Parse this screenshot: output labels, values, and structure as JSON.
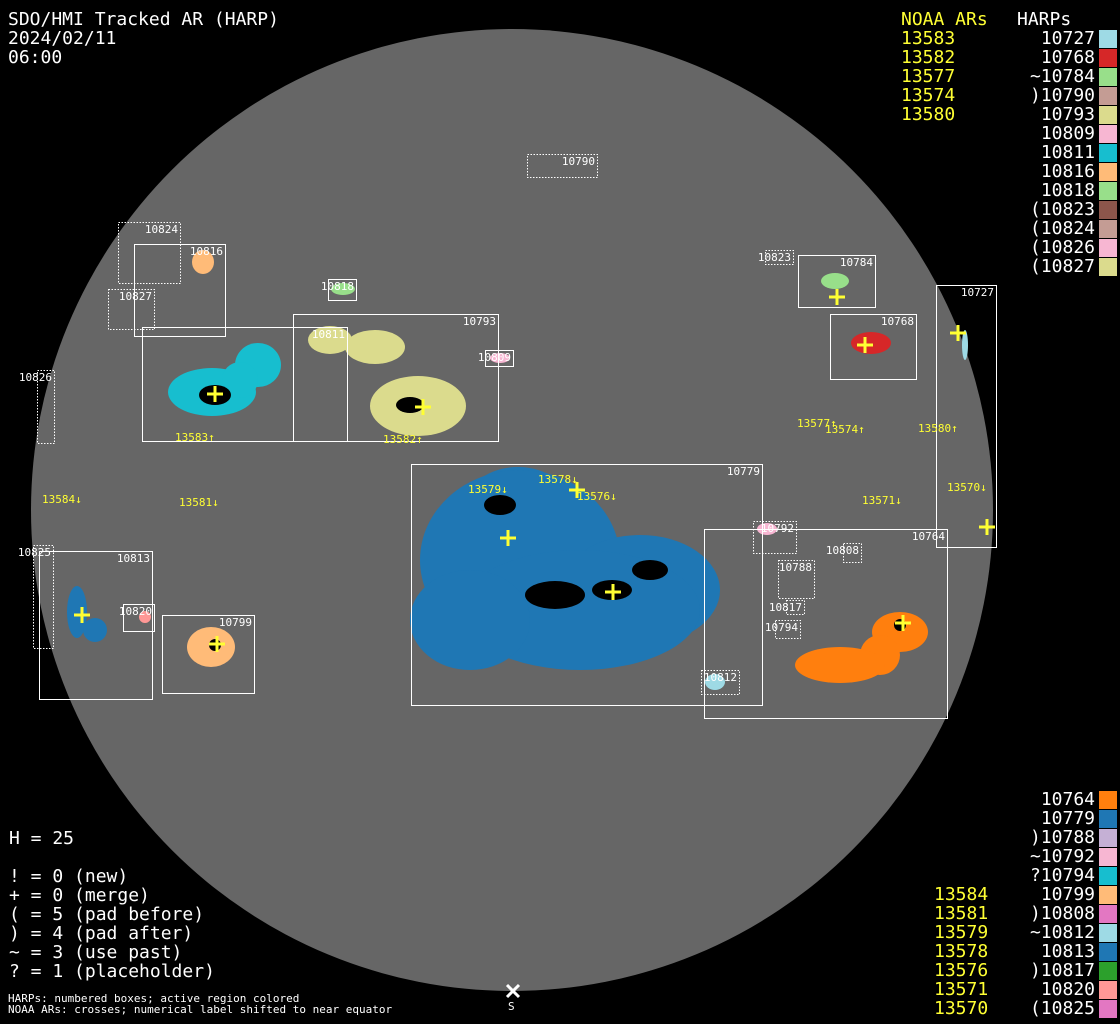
{
  "header": {
    "title": "SDO/HMI Tracked AR (HARP)",
    "date": "2024/02/11",
    "time": "06:00"
  },
  "legend_top": {
    "noaa_header": "NOAA ARs",
    "harp_header": "HARPs",
    "noaa": [
      "13583",
      "13582",
      "13577",
      "13574",
      "13580"
    ],
    "harps": [
      {
        "label": "10727",
        "color": "#9edae5"
      },
      {
        "label": "10768",
        "color": "#d62728"
      },
      {
        "label": "~10784",
        "color": "#98df8a"
      },
      {
        "label": ")10790",
        "color": "#c49c94"
      },
      {
        "label": "10793",
        "color": "#dbdb8d"
      },
      {
        "label": "10809",
        "color": "#f7b6d2"
      },
      {
        "label": "10811",
        "color": "#17becf"
      },
      {
        "label": "10816",
        "color": "#ffbb78"
      },
      {
        "label": "10818",
        "color": "#98df8a"
      },
      {
        "label": "(10823",
        "color": "#8c564b"
      },
      {
        "label": "(10824",
        "color": "#c49c94"
      },
      {
        "label": "(10826",
        "color": "#f7b6d2"
      },
      {
        "label": "(10827",
        "color": "#dbdb8d"
      }
    ]
  },
  "legend_bottom": {
    "noaa": [
      "13584",
      "13581",
      "13579",
      "13578",
      "13576",
      "13571",
      "13570"
    ],
    "harps": [
      {
        "label": "10764",
        "color": "#ff7f0e"
      },
      {
        "label": "10779",
        "color": "#1f77b4"
      },
      {
        "label": ")10788",
        "color": "#c5b0d5"
      },
      {
        "label": "~10792",
        "color": "#f7b6d2"
      },
      {
        "label": "?10794",
        "color": "#17becf"
      },
      {
        "label": "10799",
        "color": "#ffbb78"
      },
      {
        "label": ")10808",
        "color": "#e377c2"
      },
      {
        "label": "~10812",
        "color": "#9edae5"
      },
      {
        "label": "10813",
        "color": "#1f77b4"
      },
      {
        "label": ")10817",
        "color": "#2ca02c"
      },
      {
        "label": "10820",
        "color": "#ff9896"
      },
      {
        "label": "(10825",
        "color": "#e377c2"
      }
    ]
  },
  "stats": {
    "h_count": "H = 25",
    "lines": [
      "! = 0 (new)",
      "+ = 0 (merge)",
      "( = 5 (pad before)",
      ") = 4 (pad after)",
      "~ = 3 (use past)",
      "? = 1 (placeholder)"
    ]
  },
  "footnotes": [
    "HARPs: numbered boxes; active region colored",
    "NOAA ARs: crosses; numerical label shifted to near equator"
  ],
  "south_label": "S",
  "harp_boxes": [
    {
      "label": "10790",
      "dotted": true
    },
    {
      "label": "10824",
      "dotted": true
    },
    {
      "label": "10816",
      "dotted": false
    },
    {
      "label": "10827",
      "dotted": true
    },
    {
      "label": "10818",
      "dotted": false
    },
    {
      "label": "10811",
      "dotted": false
    },
    {
      "label": "10793",
      "dotted": false
    },
    {
      "label": "10809",
      "dotted": false
    },
    {
      "label": "10826",
      "dotted": true
    },
    {
      "label": "10823",
      "dotted": true
    },
    {
      "label": "10784",
      "dotted": false
    },
    {
      "label": "10768",
      "dotted": false
    },
    {
      "label": "10727",
      "dotted": false
    },
    {
      "label": "10779",
      "dotted": false
    },
    {
      "label": "10764",
      "dotted": false
    },
    {
      "label": "10792",
      "dotted": true
    },
    {
      "label": "10808",
      "dotted": true
    },
    {
      "label": "10788",
      "dotted": true
    },
    {
      "label": "10817",
      "dotted": true
    },
    {
      "label": "10794",
      "dotted": true
    },
    {
      "label": "10812",
      "dotted": true
    },
    {
      "label": "10825",
      "dotted": true
    },
    {
      "label": "10813",
      "dotted": false
    },
    {
      "label": "10820",
      "dotted": false
    },
    {
      "label": "10799",
      "dotted": false
    }
  ],
  "noaa_labels": [
    "13583↑",
    "13582↑",
    "13577↑",
    "13574↑",
    "13580↑",
    "13584↓",
    "13581↓",
    "13579↓",
    "13578↓",
    "13576↓",
    "13571↓",
    "13570↓"
  ],
  "colors": {
    "disk": "#666666",
    "noaa": "#ffff33",
    "box": "#ffffff"
  }
}
